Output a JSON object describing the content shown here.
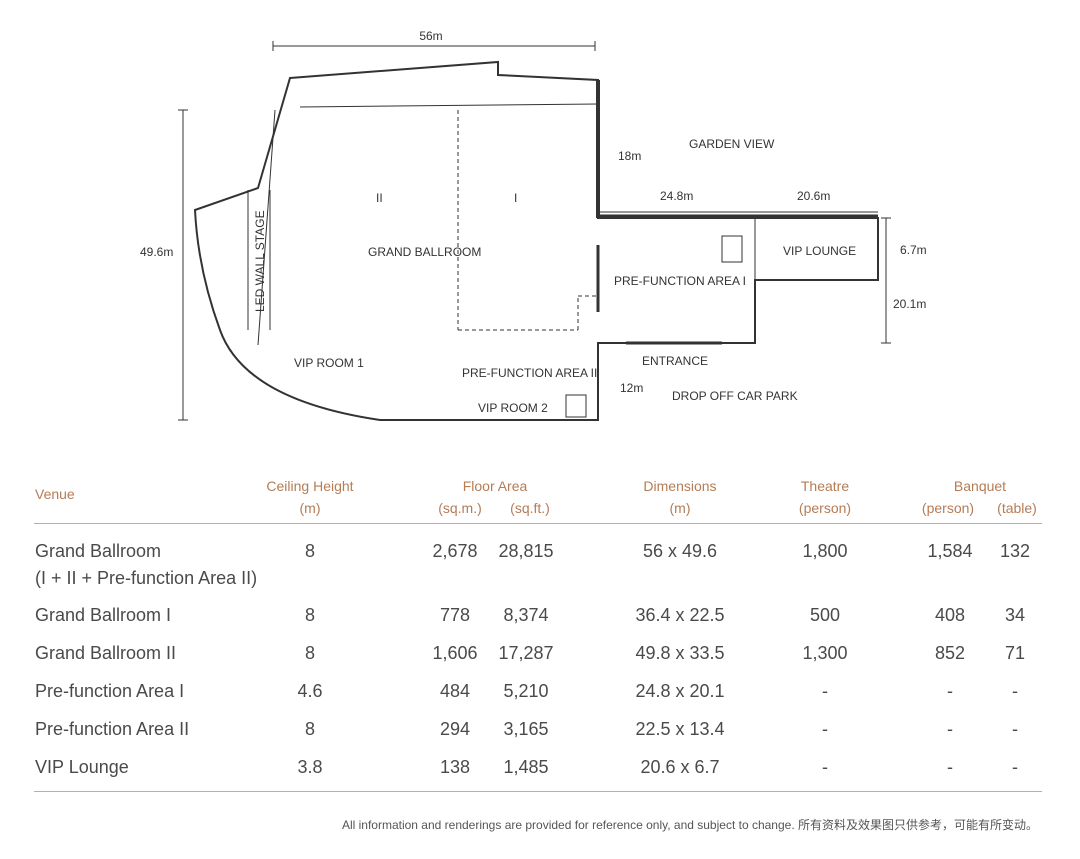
{
  "plan": {
    "dim_width": "56m",
    "dim_height": "49.6m",
    "dim_18": "18m",
    "dim_24_8": "24.8m",
    "dim_20_6": "20.6m",
    "dim_6_7": "6.7m",
    "dim_20_1": "20.1m",
    "dim_12": "12m",
    "garden_view": "GARDEN VIEW",
    "zone_ii": "II",
    "zone_i": "I",
    "grand_ballroom": "GRAND BALLROOM",
    "led_wall_stage": "LED WALL STAGE",
    "vip_room_1": "VIP ROOM 1",
    "vip_room_2": "VIP ROOM 2",
    "vip_lounge": "VIP LOUNGE",
    "prefunction_1": "PRE-FUNCTION AREA I",
    "prefunction_2": "PRE-FUNCTION AREA II",
    "entrance": "ENTRANCE",
    "drop_off": "DROP OFF CAR PARK"
  },
  "table": {
    "headers": {
      "venue": "Venue",
      "ceiling": "Ceiling Height",
      "ceiling_unit": "(m)",
      "floor_area": "Floor Area",
      "sqm": "(sq.m.)",
      "sqft": "(sq.ft.)",
      "dimensions": "Dimensions",
      "dimensions_unit": "(m)",
      "theatre": "Theatre",
      "theatre_unit": "(person)",
      "banquet": "Banquet",
      "banquet_person": "(person)",
      "banquet_table": "(table)"
    },
    "rows": [
      {
        "venue": "Grand Ballroom",
        "venue_sub": "(I + II + Pre-function Area II)",
        "ceiling": "8",
        "sqm": "2,678",
        "sqft": "28,815",
        "dimensions": "56 x 49.6",
        "theatre": "1,800",
        "banquet_person": "1,584",
        "banquet_table": "132"
      },
      {
        "venue": "Grand Ballroom I",
        "ceiling": "8",
        "sqm": "778",
        "sqft": "8,374",
        "dimensions": "36.4 x 22.5",
        "theatre": "500",
        "banquet_person": "408",
        "banquet_table": "34"
      },
      {
        "venue": "Grand Ballroom II",
        "ceiling": "8",
        "sqm": "1,606",
        "sqft": "17,287",
        "dimensions": "49.8 x 33.5",
        "theatre": "1,300",
        "banquet_person": "852",
        "banquet_table": "71"
      },
      {
        "venue": "Pre-function Area I",
        "ceiling": "4.6",
        "sqm": "484",
        "sqft": "5,210",
        "dimensions": "24.8 x 20.1",
        "theatre": "-",
        "banquet_person": "-",
        "banquet_table": "-"
      },
      {
        "venue": "Pre-function Area II",
        "ceiling": "8",
        "sqm": "294",
        "sqft": "3,165",
        "dimensions": "22.5 x 13.4",
        "theatre": "-",
        "banquet_person": "-",
        "banquet_table": "-"
      },
      {
        "venue": "VIP Lounge",
        "ceiling": "3.8",
        "sqm": "138",
        "sqft": "1,485",
        "dimensions": "20.6 x 6.7",
        "theatre": "-",
        "banquet_person": "-",
        "banquet_table": "-"
      }
    ]
  },
  "footnote": "All information and renderings are provided for reference only, and subject to change. 所有资料及效果图只供参考，可能有所变动。"
}
